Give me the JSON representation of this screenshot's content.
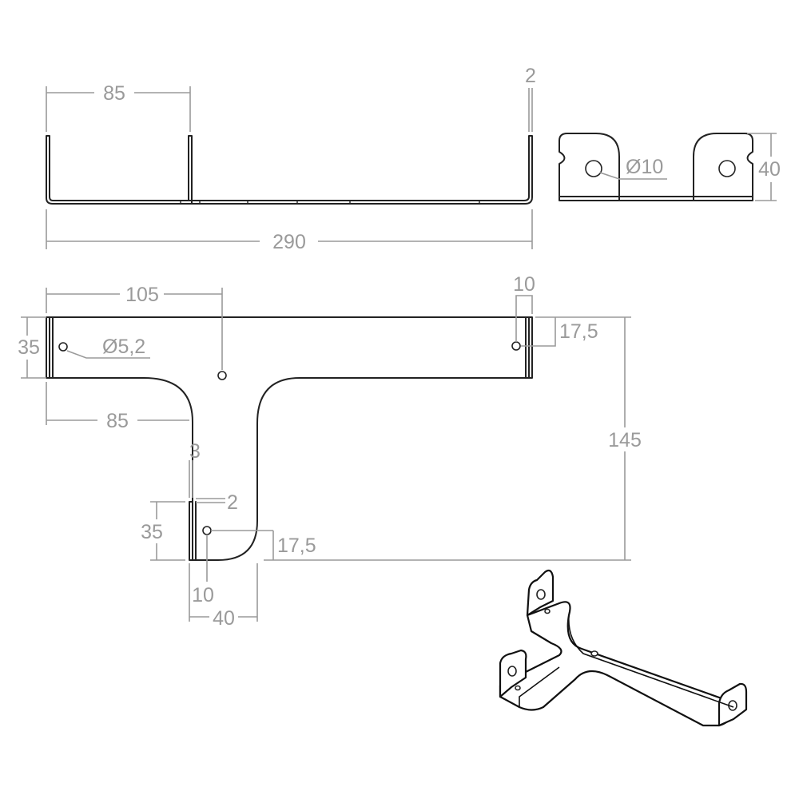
{
  "dimensions": {
    "front_flange_spacing": "85",
    "sheet_thickness": "2",
    "overall_length": "290",
    "side_height": "40",
    "large_hole_diameter": "Ø10",
    "top_arm_length": "105",
    "tab_width": "10",
    "tab_hole_offset": "17,5",
    "flange_height": "35",
    "small_hole_diameter": "Ø5,2",
    "stem_offset": "85",
    "overall_height": "145",
    "gap": "3",
    "stem_thickness": "2",
    "stem_flange_height": "35",
    "stem_hole_offset": "17,5",
    "stem_tab_width": "10",
    "stem_width": "40"
  },
  "colors": {
    "part_outline": "#222222",
    "dimension": "#9a9a9a"
  }
}
